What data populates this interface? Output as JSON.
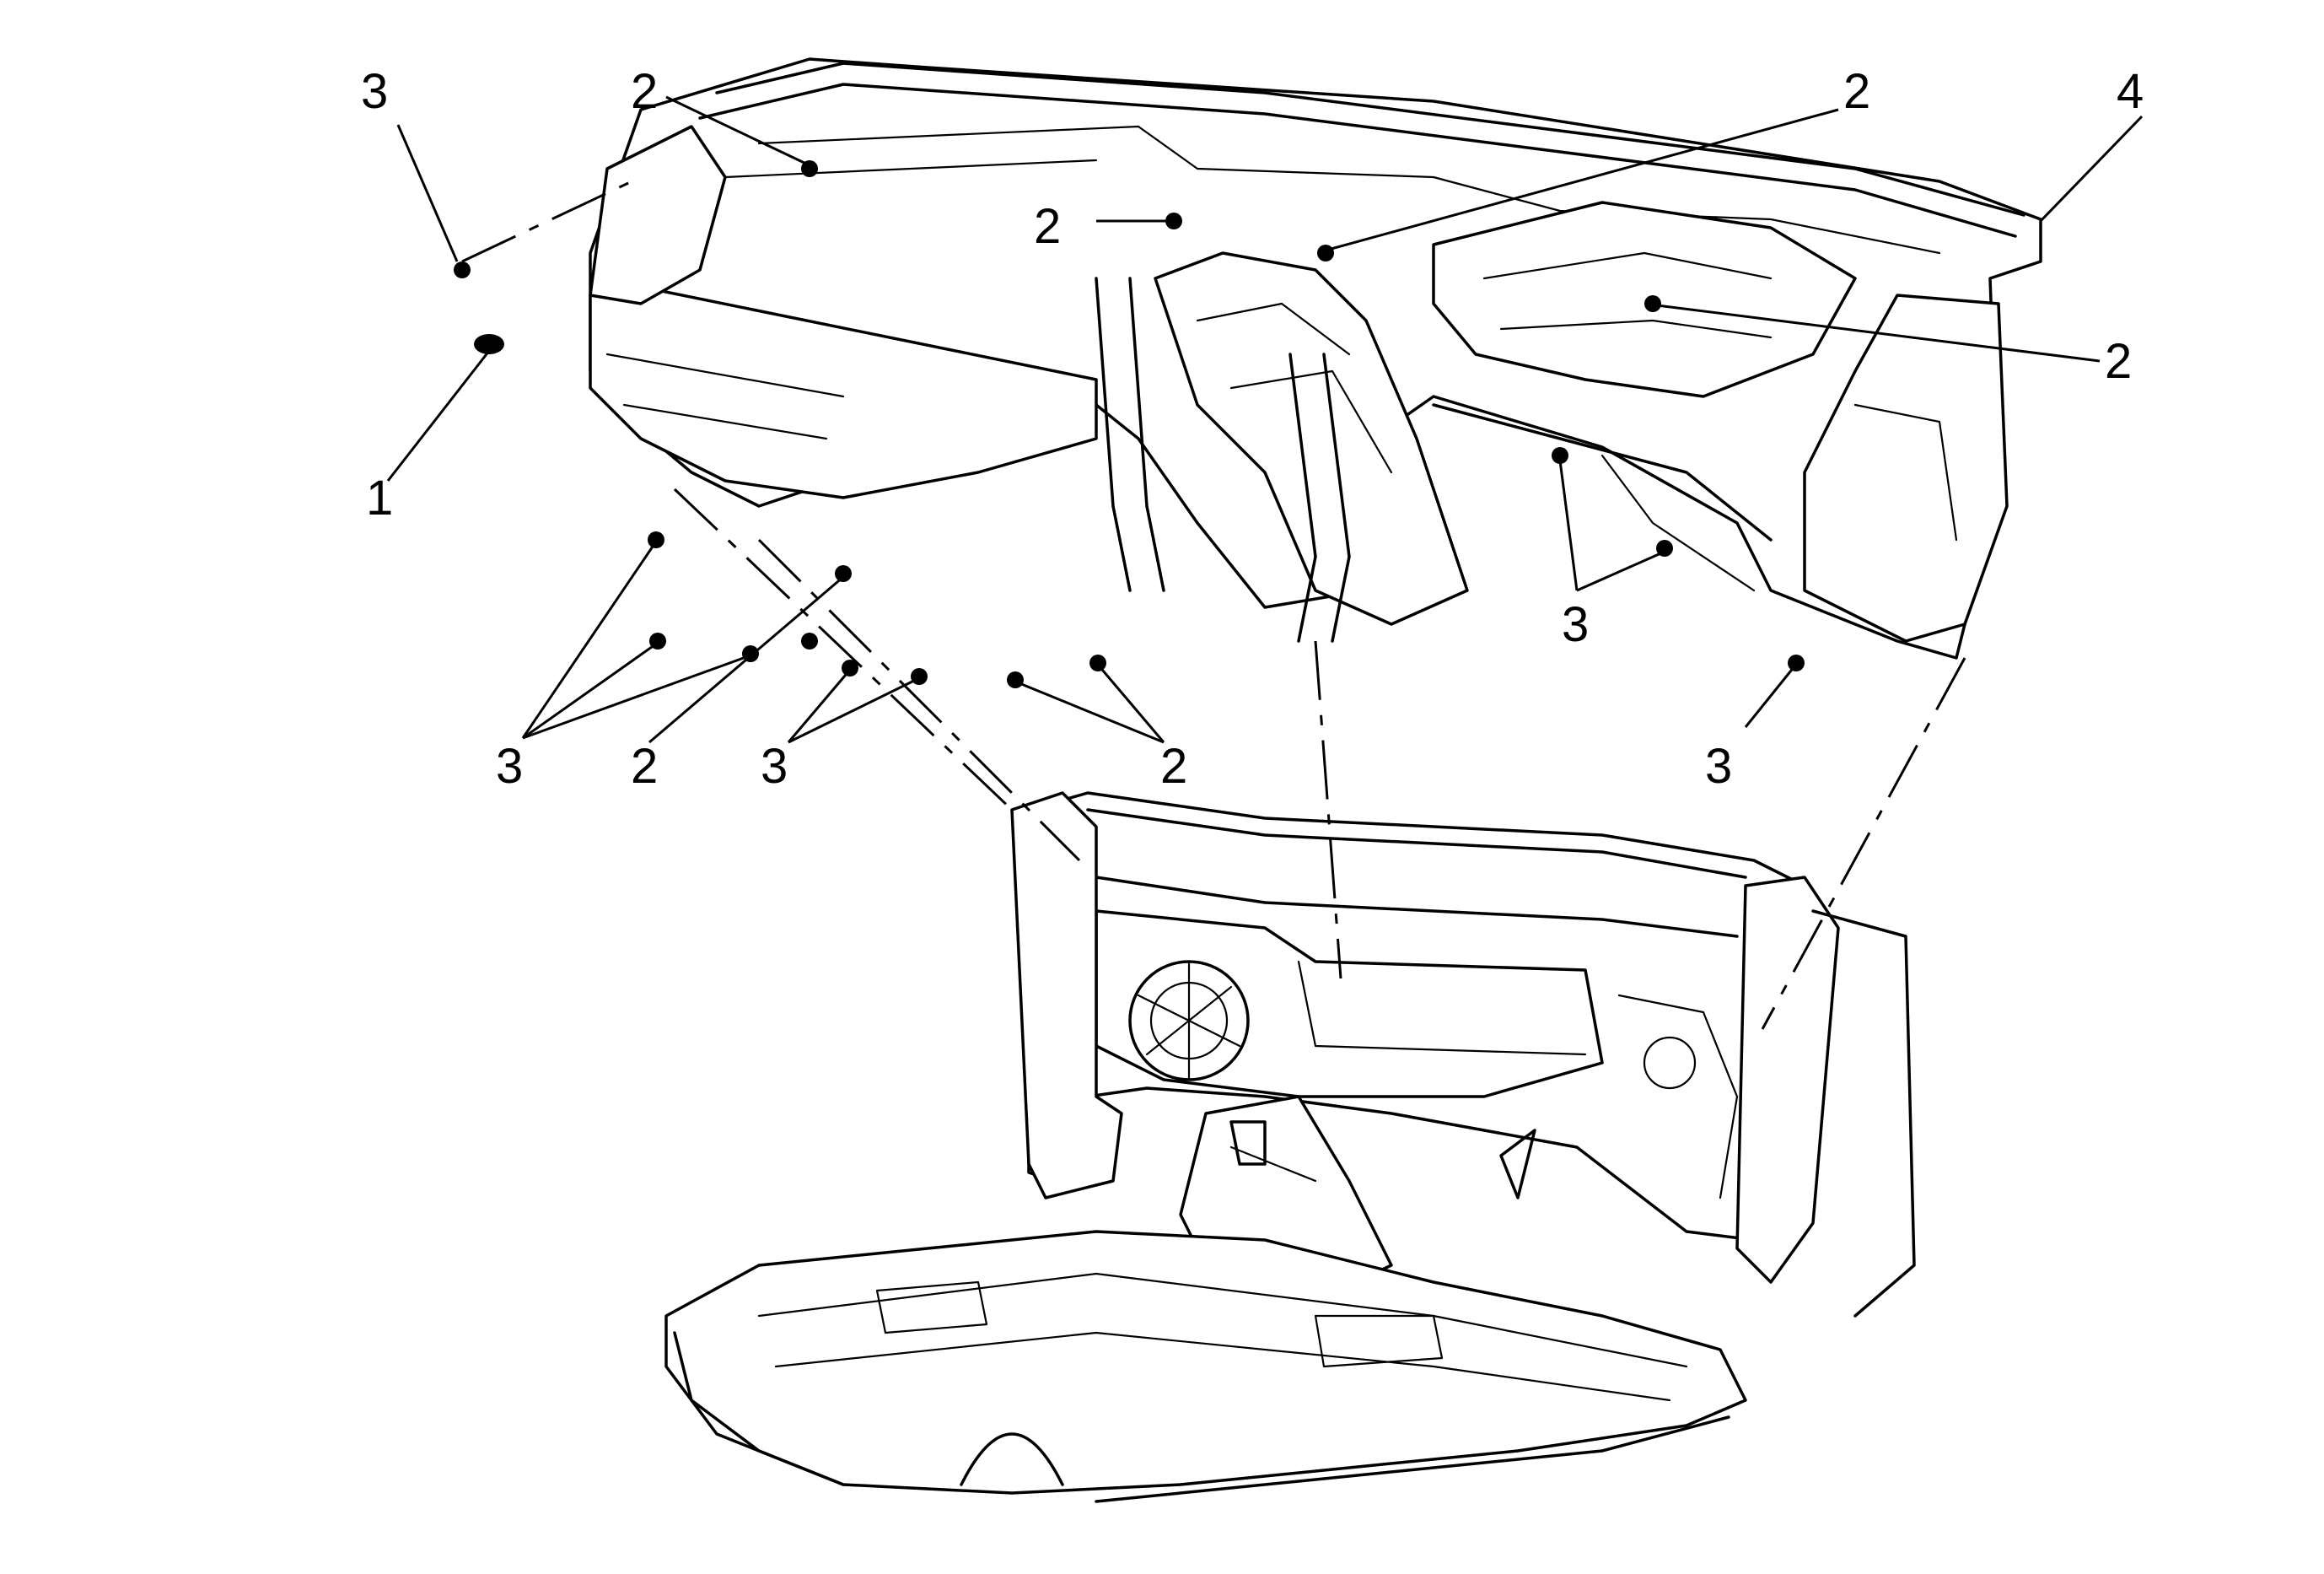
{
  "callouts": {
    "c1": "1",
    "c2a": "2",
    "c2b": "2",
    "c2c": "2",
    "c2d": "2",
    "c2e": "2",
    "c2f": "2",
    "c3a": "3",
    "c3b": "3",
    "c3c": "3",
    "c3d": "3",
    "c3e": "3",
    "c4": "4"
  },
  "colors": {
    "line": "#000000",
    "background": "#ffffff"
  }
}
